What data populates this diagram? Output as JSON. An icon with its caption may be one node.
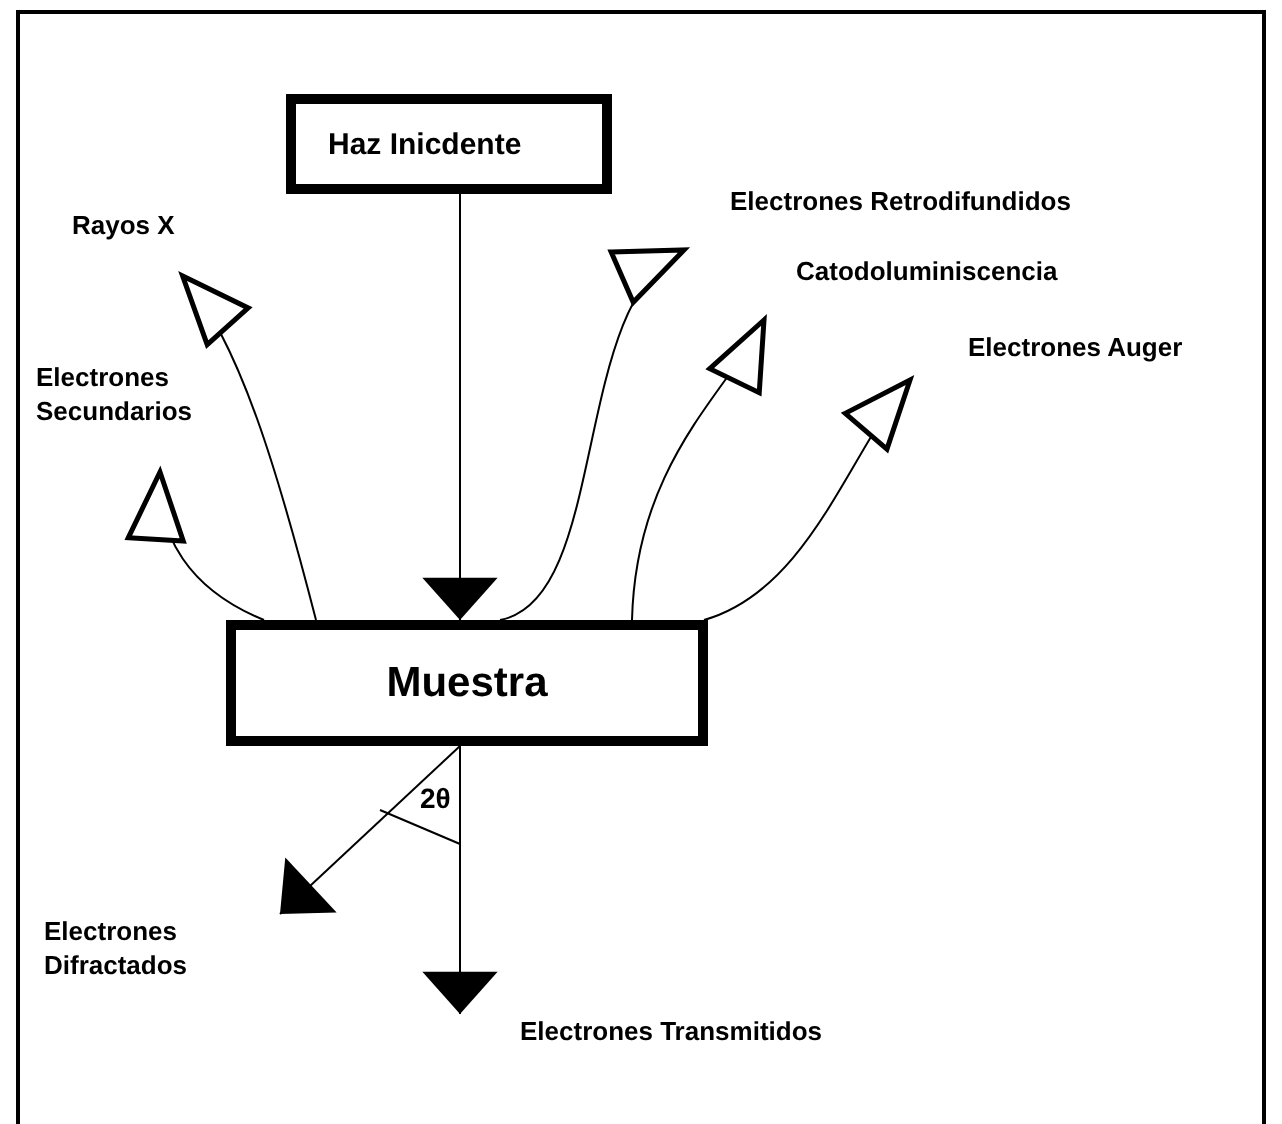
{
  "diagram": {
    "nodes": [
      {
        "text": [
          "Haz Inicdente"
        ]
      },
      {
        "text": [
          "Muestra"
        ]
      },
      {
        "text": [
          "Rayos X"
        ]
      },
      {
        "text": [
          "Electrones Secundarios"
        ]
      },
      {
        "text": [
          "Electrones Retrodifundidos"
        ]
      },
      {
        "text": [
          "Catodoluminiscencia"
        ]
      },
      {
        "text": [
          "Electrones Auger"
        ]
      },
      {
        "text": [
          "Electrones Difractados"
        ]
      },
      {
        "text": [
          "Electrones Transmitidos"
        ]
      }
    ],
    "edges": [
      {
        "from": 0,
        "to": 1,
        "arrow": "to"
      },
      {
        "from": 1,
        "to": 2,
        "arrow": "to"
      },
      {
        "from": 1,
        "to": 3,
        "arrow": "to"
      },
      {
        "from": 1,
        "to": 4,
        "arrow": "to"
      },
      {
        "from": 1,
        "to": 5,
        "arrow": "to"
      },
      {
        "from": 1,
        "to": 6,
        "arrow": "to"
      },
      {
        "from": 1,
        "to": 7,
        "arrow": "to"
      },
      {
        "from": 1,
        "to": 8,
        "arrow": "to"
      }
    ],
    "labels": [
      "2θ"
    ]
  }
}
